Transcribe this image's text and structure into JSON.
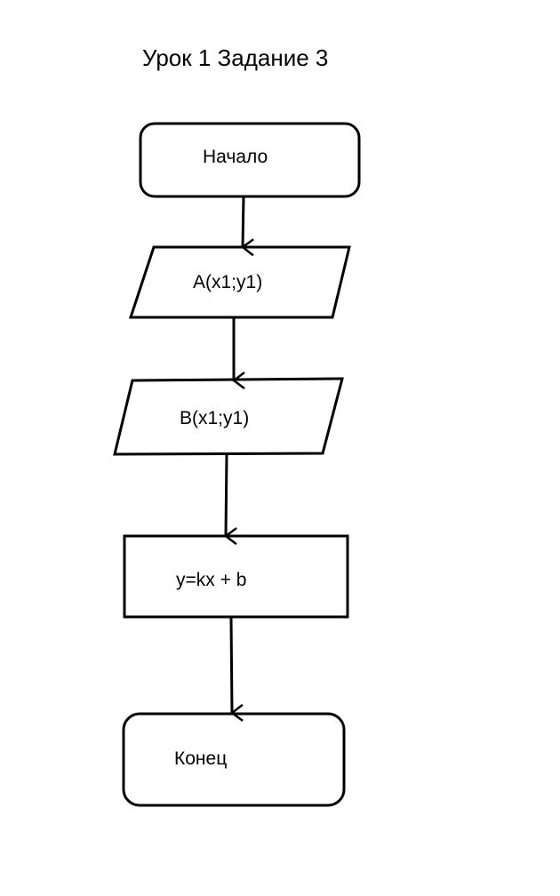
{
  "title": "Урок 1 Задание 3",
  "flowchart": {
    "start": "Начало",
    "input_a": "A(x1;y1)",
    "input_b": "B(x1;y1)",
    "process": "y=kx + b",
    "end": "Конец"
  },
  "colors": {
    "stroke": "#000000",
    "background": "#ffffff"
  }
}
